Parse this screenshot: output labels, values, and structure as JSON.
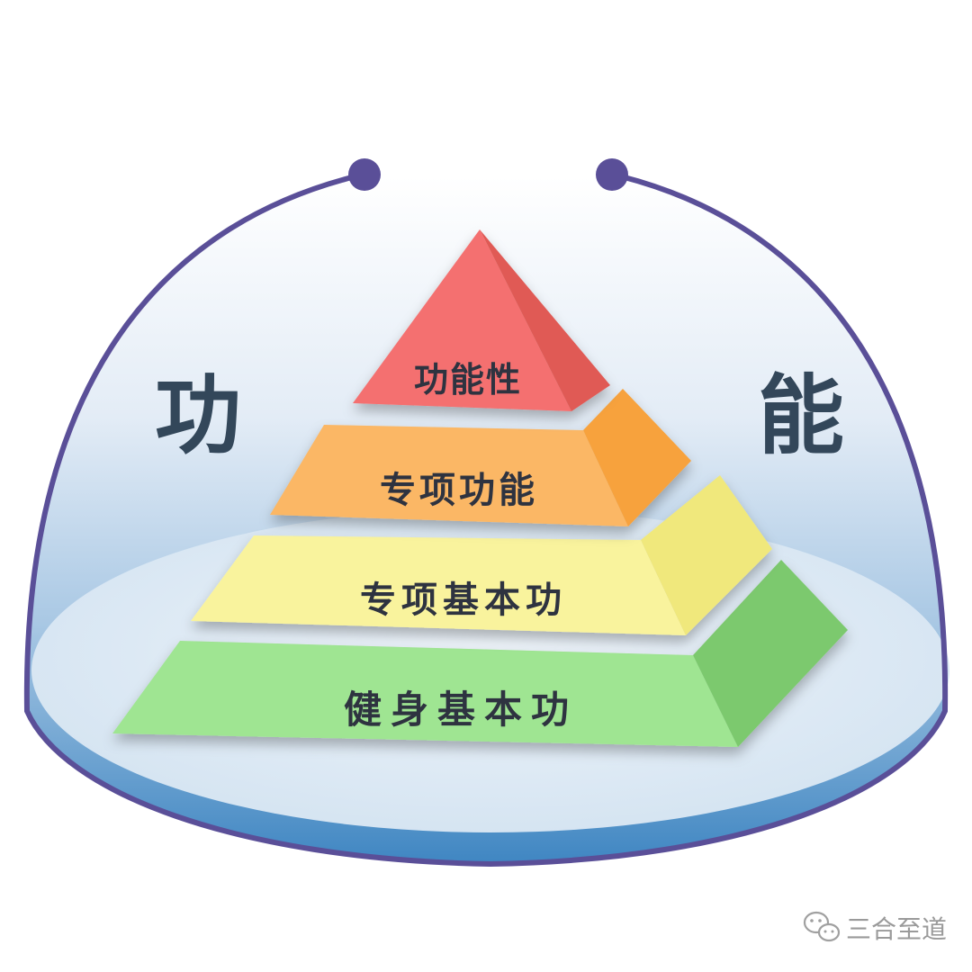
{
  "side_chars": {
    "left": "功",
    "right": "能"
  },
  "pyramid": {
    "tiers": [
      {
        "label": "功能性",
        "front_color": "#f47070",
        "side_color": "#e05a55"
      },
      {
        "label": "专项功能",
        "front_color": "#fbb765",
        "side_color": "#f7a23c"
      },
      {
        "label": "专项基本功",
        "front_color": "#f9f39d",
        "side_color": "#f0e87c"
      },
      {
        "label": "健身基本功",
        "front_color": "#9fe592",
        "side_color": "#7cc96e"
      }
    ]
  },
  "watermark": {
    "text": "三合至道",
    "icon": "wechat-icon"
  },
  "colors": {
    "arc": "#5a4f98",
    "dome_top": "#f4f7fc",
    "dome_bottom": "#4a8bc4",
    "ellipse": "#dbe8f4"
  }
}
